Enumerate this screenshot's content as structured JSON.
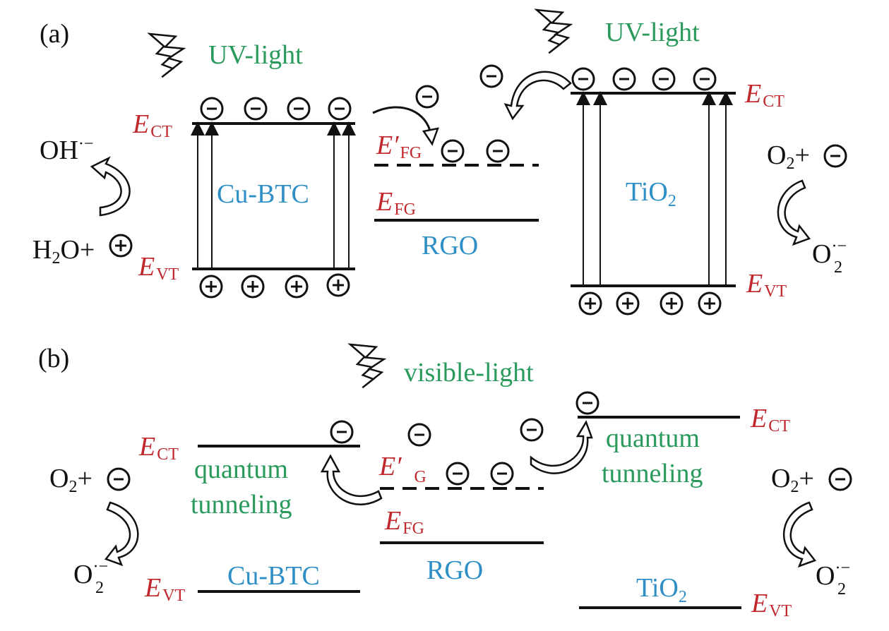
{
  "colors": {
    "energy": "#c0282d",
    "material": "#2e8fc6",
    "light": "#2a9a5c",
    "ink": "#111111"
  },
  "panel_a": {
    "label": "(a)",
    "light_left": "UV-light",
    "light_right": "UV-light",
    "cu_btc": "Cu-BTC",
    "tio2_base": "TiO",
    "tio2_sub": "2",
    "rgo": "RGO",
    "e_base": "E",
    "ct_sub": "CT",
    "vt_sub": "VT",
    "e_prime_base": "E′",
    "fg_sub": "FG",
    "oh_left": "OH",
    "oh_sup": "·−",
    "h2o_h": "H",
    "h2o_sub": "2",
    "h2o_rest": "O+",
    "o2_o": "O",
    "o2_sub": "2",
    "o2_plus": "+",
    "o2rad_o": "O",
    "o2rad_sup": "·−",
    "o2rad_sub": "2"
  },
  "panel_b": {
    "label": "(b)",
    "light": "visible-light",
    "quantum_left_1": "quantum",
    "quantum_left_2": "tunneling",
    "quantum_right_1": "quantum",
    "quantum_right_2": "tunneling",
    "cu_btc": "Cu-BTC",
    "rgo": "RGO",
    "tio2_base": "TiO",
    "tio2_sub": "2",
    "e_base": "E",
    "ct_sub": "CT",
    "vt_sub": "VT",
    "e_prime_base": "E′",
    "g_sub": "G",
    "fg_sub": "FG",
    "o2_o": "O",
    "o2_sub": "2",
    "o2_plus": "+",
    "o2rad_o": "O",
    "o2rad_sup": "·−",
    "o2rad_sub": "2"
  },
  "icons": {
    "electron": "minus-circle-icon",
    "hole": "plus-circle-icon",
    "light": "lightning-bolt-icon",
    "transfer": "curved-arrow-icon"
  }
}
